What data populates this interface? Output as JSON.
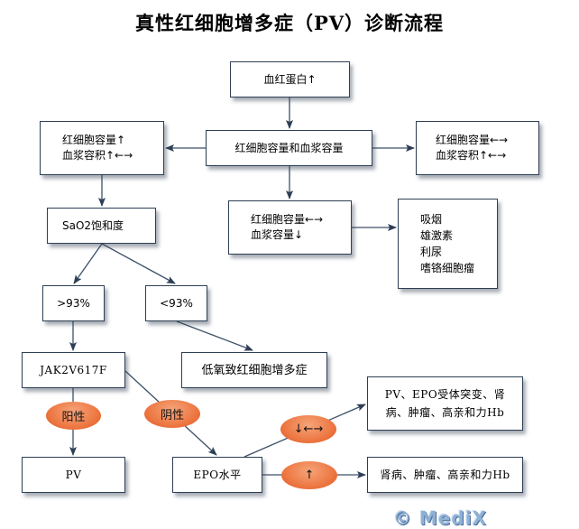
{
  "title": "真性红细胞增多症（PV）诊断流程",
  "nodes": {
    "hemoglobin": "血红蛋白↑",
    "rbc_plasma": "红细胞容量和血浆容量",
    "left_case": [
      "红细胞容量↑",
      "血浆容积↑←→"
    ],
    "right_case": [
      "红细胞容量←→",
      "血浆容积↑←→"
    ],
    "middle_case": [
      "红细胞容量←→",
      "血浆容量↓"
    ],
    "causes": [
      "吸烟",
      "雄激素",
      "利尿",
      "嗜铬细胞瘤"
    ],
    "sao2": "SaO2饱和度",
    "gt93": ">93%",
    "lt93": "<93%",
    "jak2": "JAK2V617F",
    "hypoxic": "低氧致红细胞增多症",
    "pv": "PV",
    "epo": "EPO水平",
    "result_low": "PV、EPO受体突变、肾病、肿瘤、高亲和力Hb",
    "result_high": "肾病、肿瘤、高亲和力Hb"
  },
  "labels": {
    "positive": "阳性",
    "negative": "阴性",
    "epo_low_normal": "↓←→",
    "epo_high": "↑"
  },
  "watermark": "© MediX",
  "colors": {
    "line": "#3d5068",
    "box_border": "#2e3f55",
    "pill": "#ee7c48",
    "watermark": "#8fb1d6"
  }
}
